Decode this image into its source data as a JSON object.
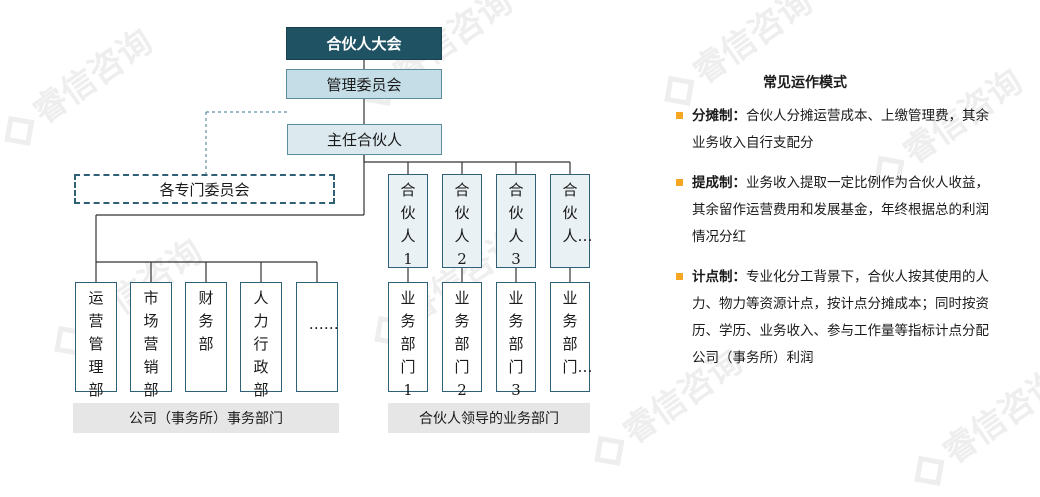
{
  "watermark": "睿信咨询",
  "org": {
    "top": "合伙人大会",
    "committee": "管理委员会",
    "chief": "主任合伙人",
    "special": "各专门委员会",
    "departments": [
      "运营管理部",
      "市场营销部",
      "财务部",
      "人力行政部",
      "……"
    ],
    "partners": [
      "合伙人1",
      "合伙人2",
      "合伙人3",
      "合伙人…"
    ],
    "units": [
      "业务部门1",
      "业务部门2",
      "业务部门3",
      "业务部门…"
    ],
    "caption_company": "公司（事务所）事务部门",
    "caption_partner": "合伙人领导的业务部门"
  },
  "panel": {
    "title": "常见运作模式",
    "modes": [
      {
        "term": "分摊制：",
        "text": "合伙人分摊运营成本、上缴管理费，其余业务收入自行支配分"
      },
      {
        "term": "提成制：",
        "text": "业务收入提取一定比例作为合伙人收益，其余留作运营费用和发展基金，年终根据总的利润情况分红"
      },
      {
        "term": "计点制：",
        "text": "专业化分工背景下，合伙人按其使用的人力、物力等资源计点，按计点分摊成本；同时按资历、学历、业务收入、参与工作量等指标计点分配公司（事务所）利润"
      }
    ]
  },
  "colors": {
    "top": "#1f5364",
    "mid": "#c5dde6",
    "line": "#2f6076",
    "bullet": "#f5a623"
  }
}
